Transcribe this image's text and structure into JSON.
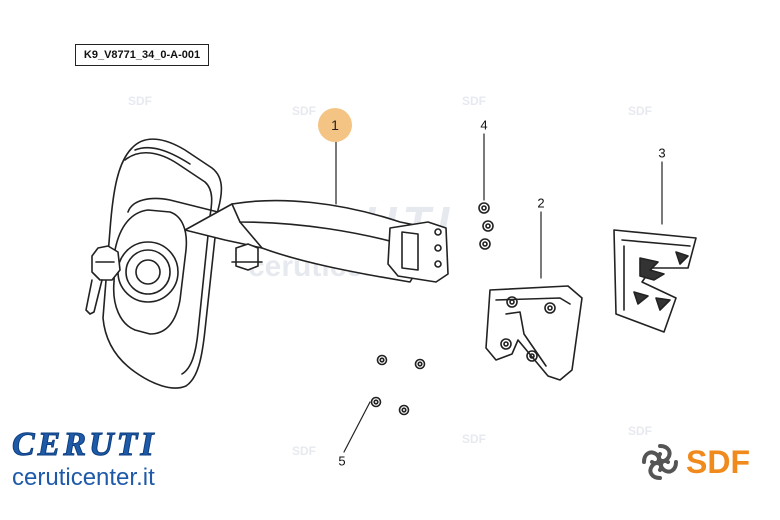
{
  "drawing_code": "K9_V8771_34_0-A-001",
  "callouts": [
    {
      "id": "1",
      "label": "1",
      "highlighted": true
    },
    {
      "id": "2",
      "label": "2"
    },
    {
      "id": "3",
      "label": "3"
    },
    {
      "id": "4",
      "label": "4"
    },
    {
      "id": "5",
      "label": "5"
    }
  ],
  "watermark": {
    "name": "CERUTI",
    "url": "ceruticenter.it",
    "mark": "SDF"
  },
  "brand": {
    "name": "CERUTI",
    "url": "ceruticenter.it"
  },
  "logo": {
    "text": "SDF",
    "color": "#f08a1c"
  },
  "colors": {
    "highlight": "#f4c485",
    "brand_blue": "#1f5aa8",
    "line": "#222222"
  }
}
